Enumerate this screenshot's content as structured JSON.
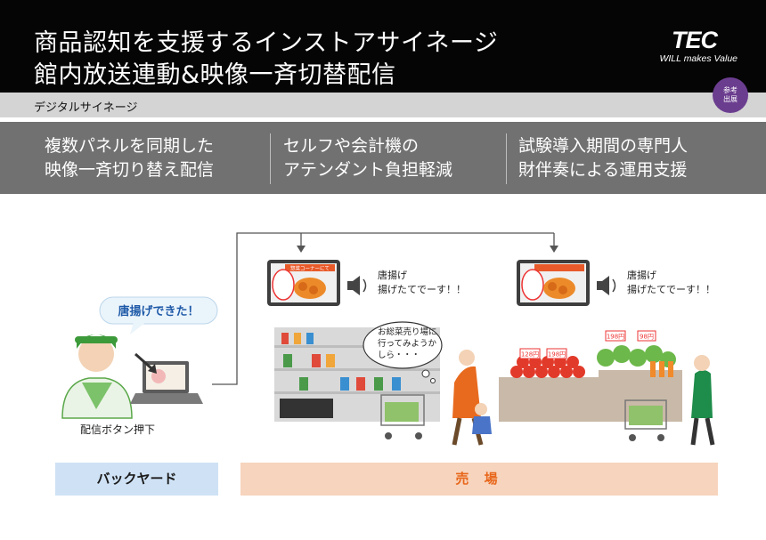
{
  "header": {
    "title_line1": "商品認知を支援するインストアサイネージ",
    "title_line2": "館内放送連動&映像一斉切替配信",
    "logo_main": "TEC",
    "logo_sub": "WILL makes Value"
  },
  "category": "デジタルサイネージ",
  "badge": {
    "line1": "参考",
    "line2": "出展"
  },
  "features": [
    {
      "line1": "複数パネルを同期した",
      "line2": "映像一斉切り替え配信"
    },
    {
      "line1": "セルフや会計機の",
      "line2": "アテンダント負担軽減"
    },
    {
      "line1": "試験導入期間の専門人",
      "line2": "財伴奏による運用支援"
    }
  ],
  "diagram": {
    "staff_bubble": "唐揚げできた！",
    "staff_caption": "配信ボタン押下",
    "announce1_line1": "唐揚げ",
    "announce1_line2": "揚げたてでーす！！",
    "announce2_line1": "唐揚げ",
    "announce2_line2": "揚げたてでーす！！",
    "thought_line1": "お総菜売り場に",
    "thought_line2": "行ってみようか",
    "thought_line3": "しら・・・",
    "screen_banner": "惣菜コーナーにて",
    "price1": "128円",
    "price2": "198円",
    "price3": "198円",
    "price4": "98円"
  },
  "labels": {
    "backyard": "バックヤード",
    "floor": "売 場"
  },
  "colors": {
    "header_bg": "#050505",
    "feature_bg": "#727171",
    "badge": "#6b3d8f",
    "backyard_bg": "#cfe2f5",
    "floor_bg": "#f7d4bd",
    "floor_text": "#e8671b"
  }
}
